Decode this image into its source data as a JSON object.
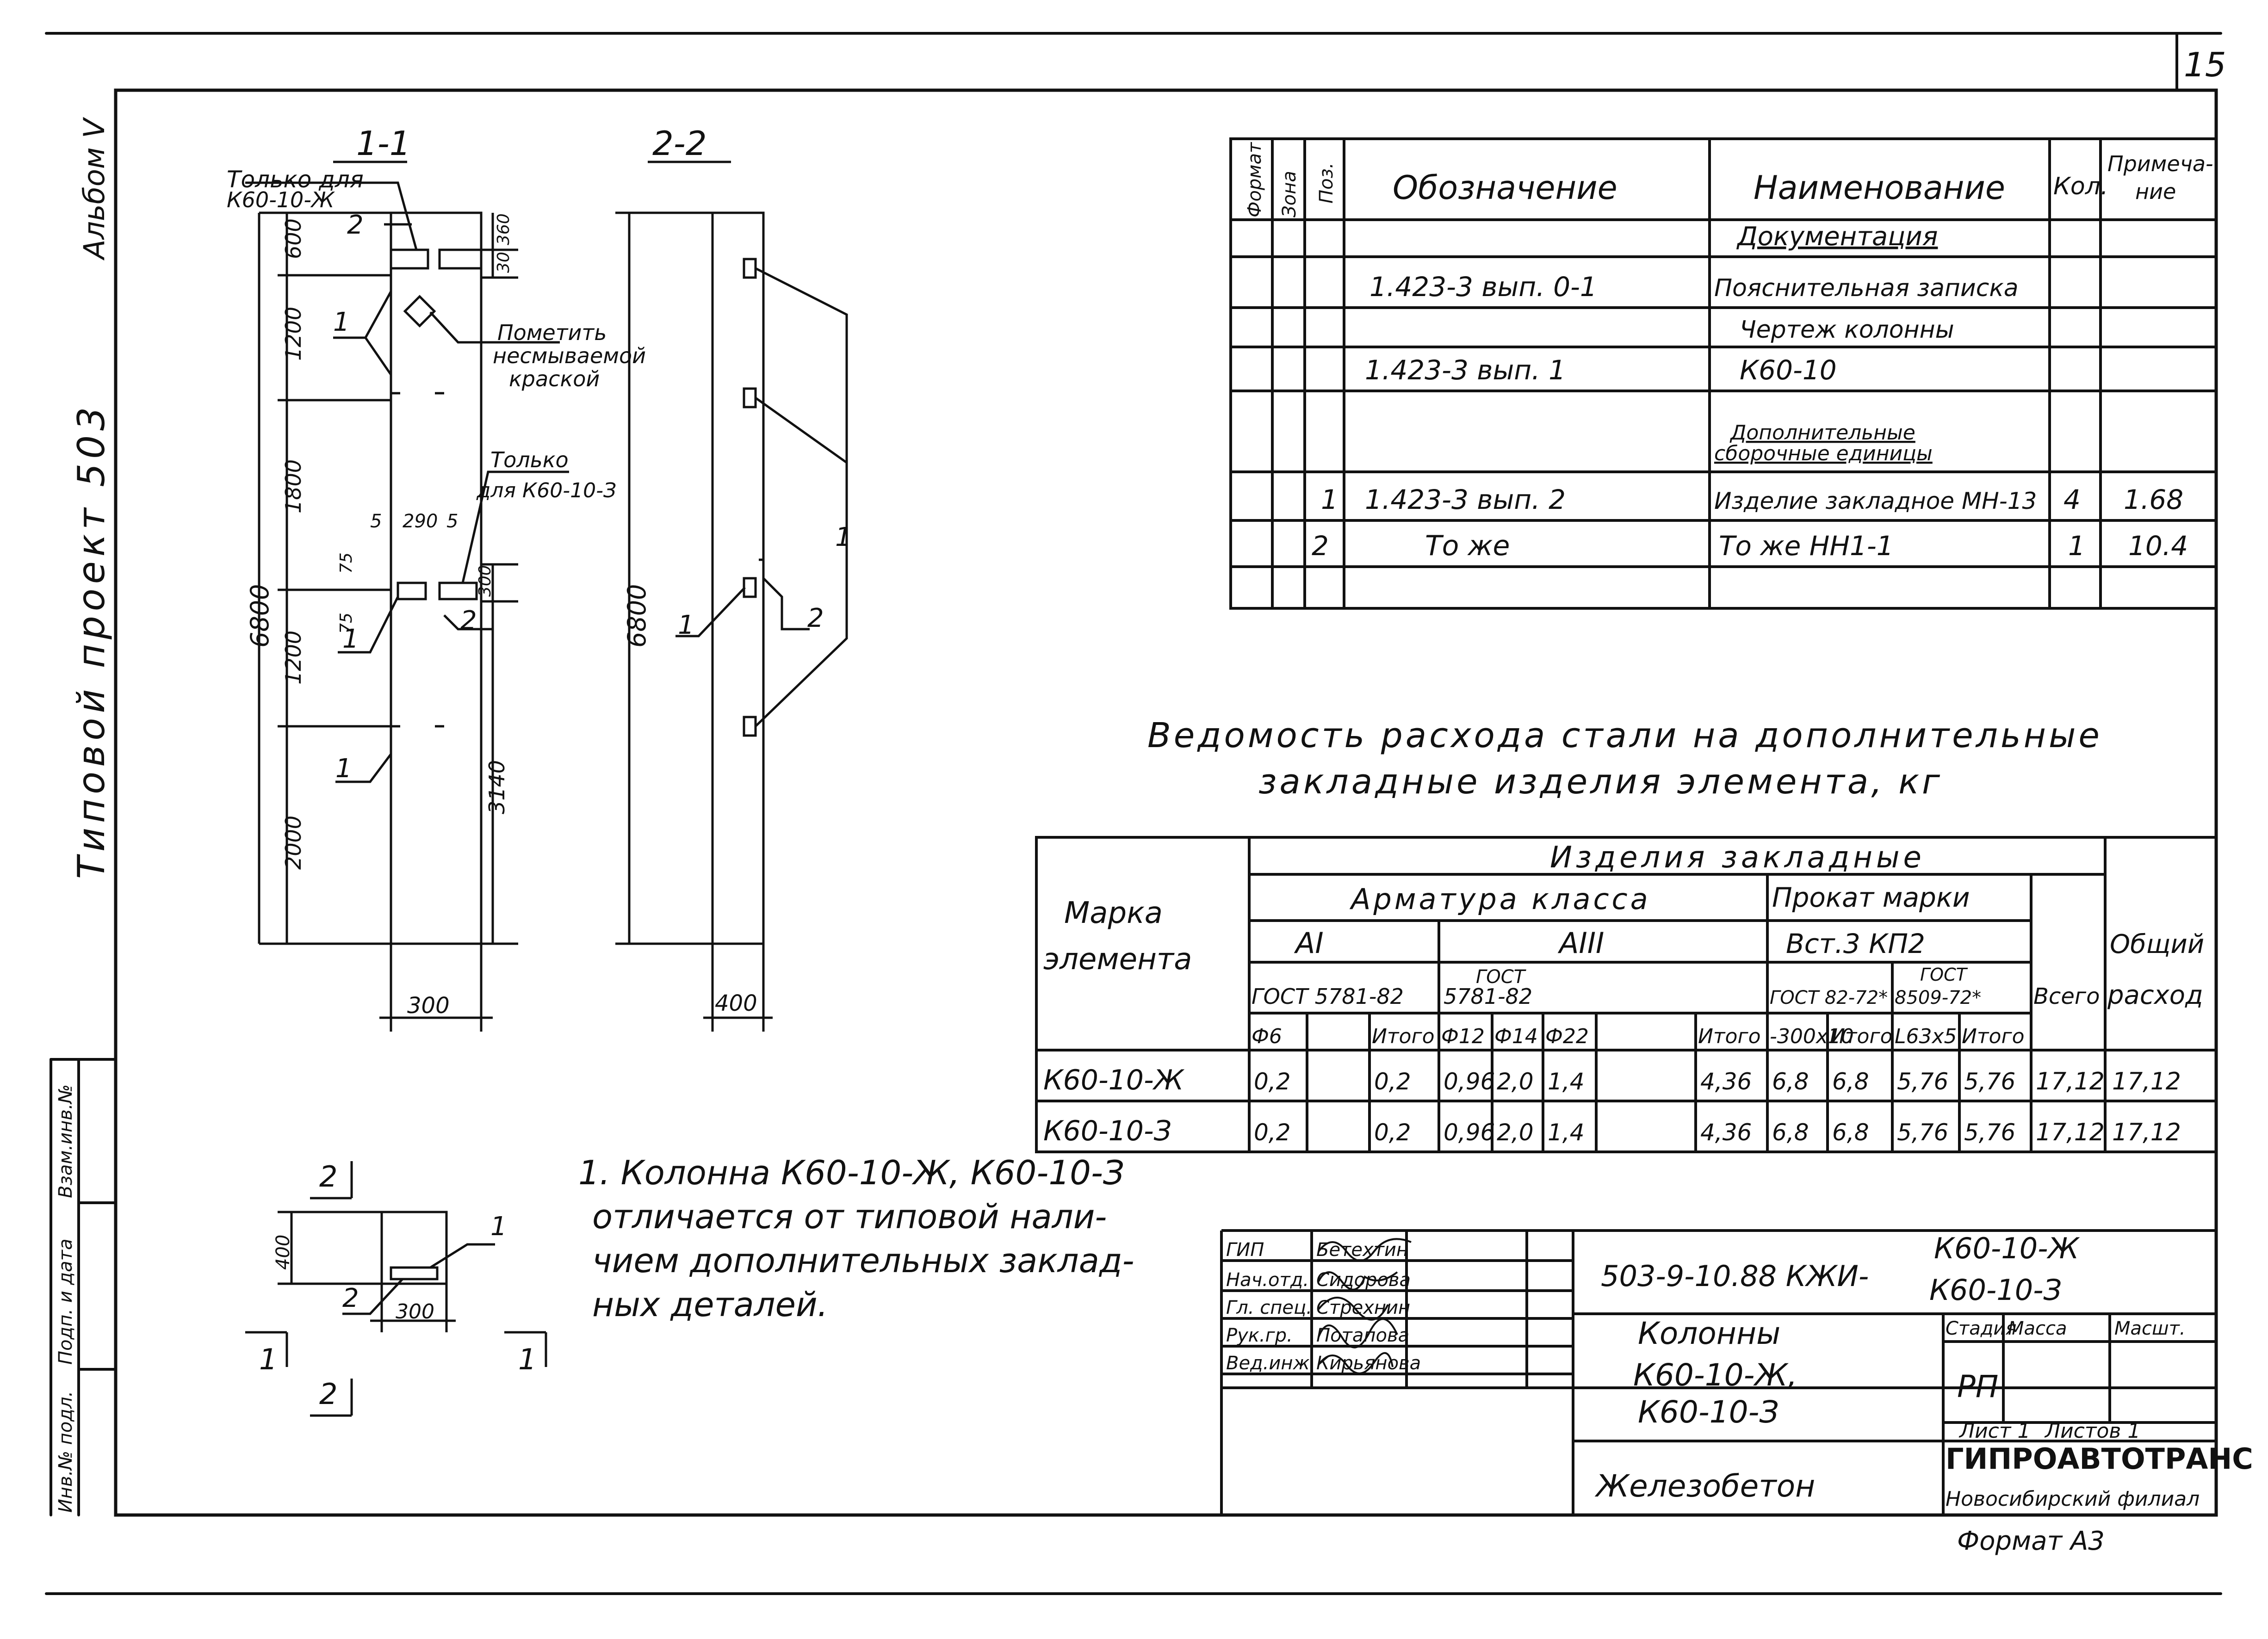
{
  "sheet": {
    "number": "15",
    "format": "Формат А3"
  },
  "margin": {
    "album": "Альбом V",
    "project": "Типовой проект 503",
    "stamp_cells": [
      "Инв.№ подл.",
      "Подп. и дата",
      "Взам.инв.№"
    ]
  },
  "section_1": {
    "title": "1-1",
    "note_top_line1": "Только для",
    "note_top_line2": "К60-10-Ж",
    "mark_note": "Пометить несмываемой краской",
    "mark_note_l1": "Пометить",
    "mark_note_l2": "несмываемой",
    "mark_note_l3": "краской",
    "only_note_l1": "Только",
    "only_note_l2": "для К60-10-З",
    "dims": [
      "600",
      "1200",
      "1800",
      "1200",
      "2000"
    ],
    "dim_total": "6800",
    "dim_top_small": "30",
    "dim_top_small2": "360",
    "dim_mid_small": "300",
    "dim_75a": "75",
    "dim_75b": "75",
    "dim_width": "300",
    "dim_3140": "3140",
    "dim_5a": "5",
    "dim_290": "290",
    "dim_5b": "5",
    "pos_labels": [
      "2",
      "1",
      "1",
      "2",
      "1"
    ]
  },
  "section_2": {
    "title": "2-2",
    "dim_total": "6800",
    "dim_width": "400",
    "pos_labels": [
      "1",
      "1",
      "2"
    ]
  },
  "plan_view": {
    "label_top": "2",
    "label_bottom": "2",
    "cut_left": "1",
    "cut_right": "1",
    "dim_depth": "400",
    "dim_width": "300",
    "pos_1": "1",
    "pos_2": "2"
  },
  "spec_table": {
    "headers": {
      "format": "Формат",
      "zone": "Зона",
      "pos": "Поз.",
      "designation": "Обозначение",
      "name": "Наименование",
      "qty": "Кол.",
      "note_l1": "Примеча-",
      "note_l2": "ние"
    },
    "rows": [
      {
        "pos": "",
        "designation": "",
        "name": "Документация",
        "qty": "",
        "note": ""
      },
      {
        "pos": "",
        "designation": "1.423-3 вып. 0-1",
        "name": "Пояснительная записка",
        "qty": "",
        "note": ""
      },
      {
        "pos": "",
        "designation": "",
        "name": "Чертеж колонны",
        "qty": "",
        "note": ""
      },
      {
        "pos": "",
        "designation": "1.423-3 вып. 1",
        "name": "К60-10",
        "qty": "",
        "note": ""
      },
      {
        "pos": "",
        "designation": "",
        "name": "Дополнительные",
        "qty": "",
        "note": ""
      },
      {
        "pos": "",
        "designation": "",
        "name": "сборочные единицы",
        "qty": "",
        "note": ""
      },
      {
        "pos": "1",
        "designation": "1.423-3 вып. 2",
        "name": "Изделие закладное МН-13",
        "qty": "4",
        "note": "1.68"
      },
      {
        "pos": "2",
        "designation": "То же",
        "name": "То же НН1-1",
        "qty": "1",
        "note": "10.4"
      }
    ]
  },
  "steel_statement": {
    "title_line1": "Ведомость расхода стали на дополнительные",
    "title_line2": "закладные изделия элемента, кг",
    "col_mark_l1": "Марка",
    "col_mark_l2": "элемента",
    "group_main": "Изделия закладные",
    "group_rebar": "Арматура класса",
    "group_rolled": "Прокат марки",
    "class_a1": "АI",
    "class_a3": "АIII",
    "steel_grade": "Вст.3 КП2",
    "gost_a1": "ГОСТ 5781-82",
    "gost_a3_l1": "ГОСТ",
    "gost_a3_l2": "5781-82",
    "gost_rolled1": "ГОСТ 82-72*",
    "gost_rolled2_l1": "ГОСТ",
    "gost_rolled2_l2": "8509-72*",
    "col_total": "Всего",
    "col_overall_l1": "Общий",
    "col_overall_l2": "расход",
    "sub_headers": [
      "Ф6",
      "",
      "Итого",
      "Ф12",
      "Ф14",
      "Ф22",
      "",
      "Итого",
      "-300х10",
      "Итого",
      "L63х5",
      "Итого"
    ],
    "rows": [
      {
        "mark": "К60-10-Ж",
        "values": [
          "0,2",
          "",
          "0,2",
          "0,96",
          "2,0",
          "1,4",
          "",
          "4,36",
          "6,8",
          "6,8",
          "5,76",
          "5,76",
          "17,12",
          "17,12"
        ]
      },
      {
        "mark": "К60-10-З",
        "values": [
          "0,2",
          "",
          "0,2",
          "0,96",
          "2,0",
          "1,4",
          "",
          "4,36",
          "6,8",
          "6,8",
          "5,76",
          "5,76",
          "17,12",
          "17,12"
        ]
      }
    ]
  },
  "notes": {
    "line1": "1. Колонна К60-10-Ж, К60-10-З",
    "line2": "отличается от типовой нали-",
    "line3": "чием дополнительных заклад-",
    "line4": "ных деталей."
  },
  "title_block": {
    "code": "503-9-10.88 КЖИ-",
    "code_mark1": "К60-10-Ж",
    "code_mark2": "К60-10-З",
    "roles": [
      "ГИП",
      "Нач.отд.",
      "Гл. спец.",
      "Рук.гр.",
      "Вед.инж."
    ],
    "people": [
      "Бетехтин",
      "Сидорова",
      "Стрехнин",
      "Потапова",
      "Кирьянова"
    ],
    "name_l1": "Колонны",
    "name_l2": "К60-10-Ж,",
    "name_l3": "К60-10-З",
    "stage_label": "Стадия",
    "mass_label": "Масса",
    "scale_label": "Масшт.",
    "stage_value": "РП",
    "sheet_label": "Лист 1",
    "sheets_label": "Листов 1",
    "material": "Железобетон",
    "org": "ГИПРОАВТОТРАНС",
    "branch": "Новосибирский филиал"
  }
}
